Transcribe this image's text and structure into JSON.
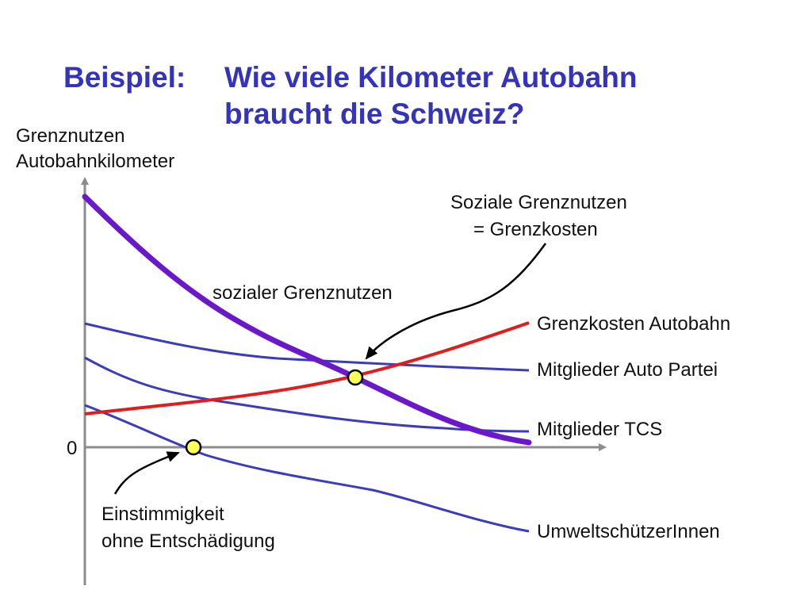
{
  "title": {
    "prefix": "Beispiel:",
    "line1": "Wie viele Kilometer Autobahn",
    "line2": "braucht die Schweiz?"
  },
  "axis": {
    "y_label_line1": "Grenznutzen",
    "y_label_line2": "Autobahnkilometer",
    "zero": "0"
  },
  "labels": {
    "social_mb_line1": "Soziale Grenznutzen",
    "social_mb_line2": "= Grenzkosten",
    "social_mb_curve": "sozialer Grenznutzen",
    "mc_autobahn": "Grenzkosten Autobahn",
    "auto_partei": "Mitglieder Auto Partei",
    "tcs": "Mitglieder TCS",
    "umwelt": "UmweltschützerInnen",
    "unanimity_line1": "Einstimmigkeit",
    "unanimity_line2": "ohne Entschädigung"
  },
  "colors": {
    "title": "#3333bb",
    "axis": "#8c8c8c",
    "individual_curves": "#3b3bbd",
    "social_curve": "#6a18c9",
    "cost_curve": "#e21c1c",
    "marker_fill": "#ffff55",
    "arrow": "#000000"
  }
}
